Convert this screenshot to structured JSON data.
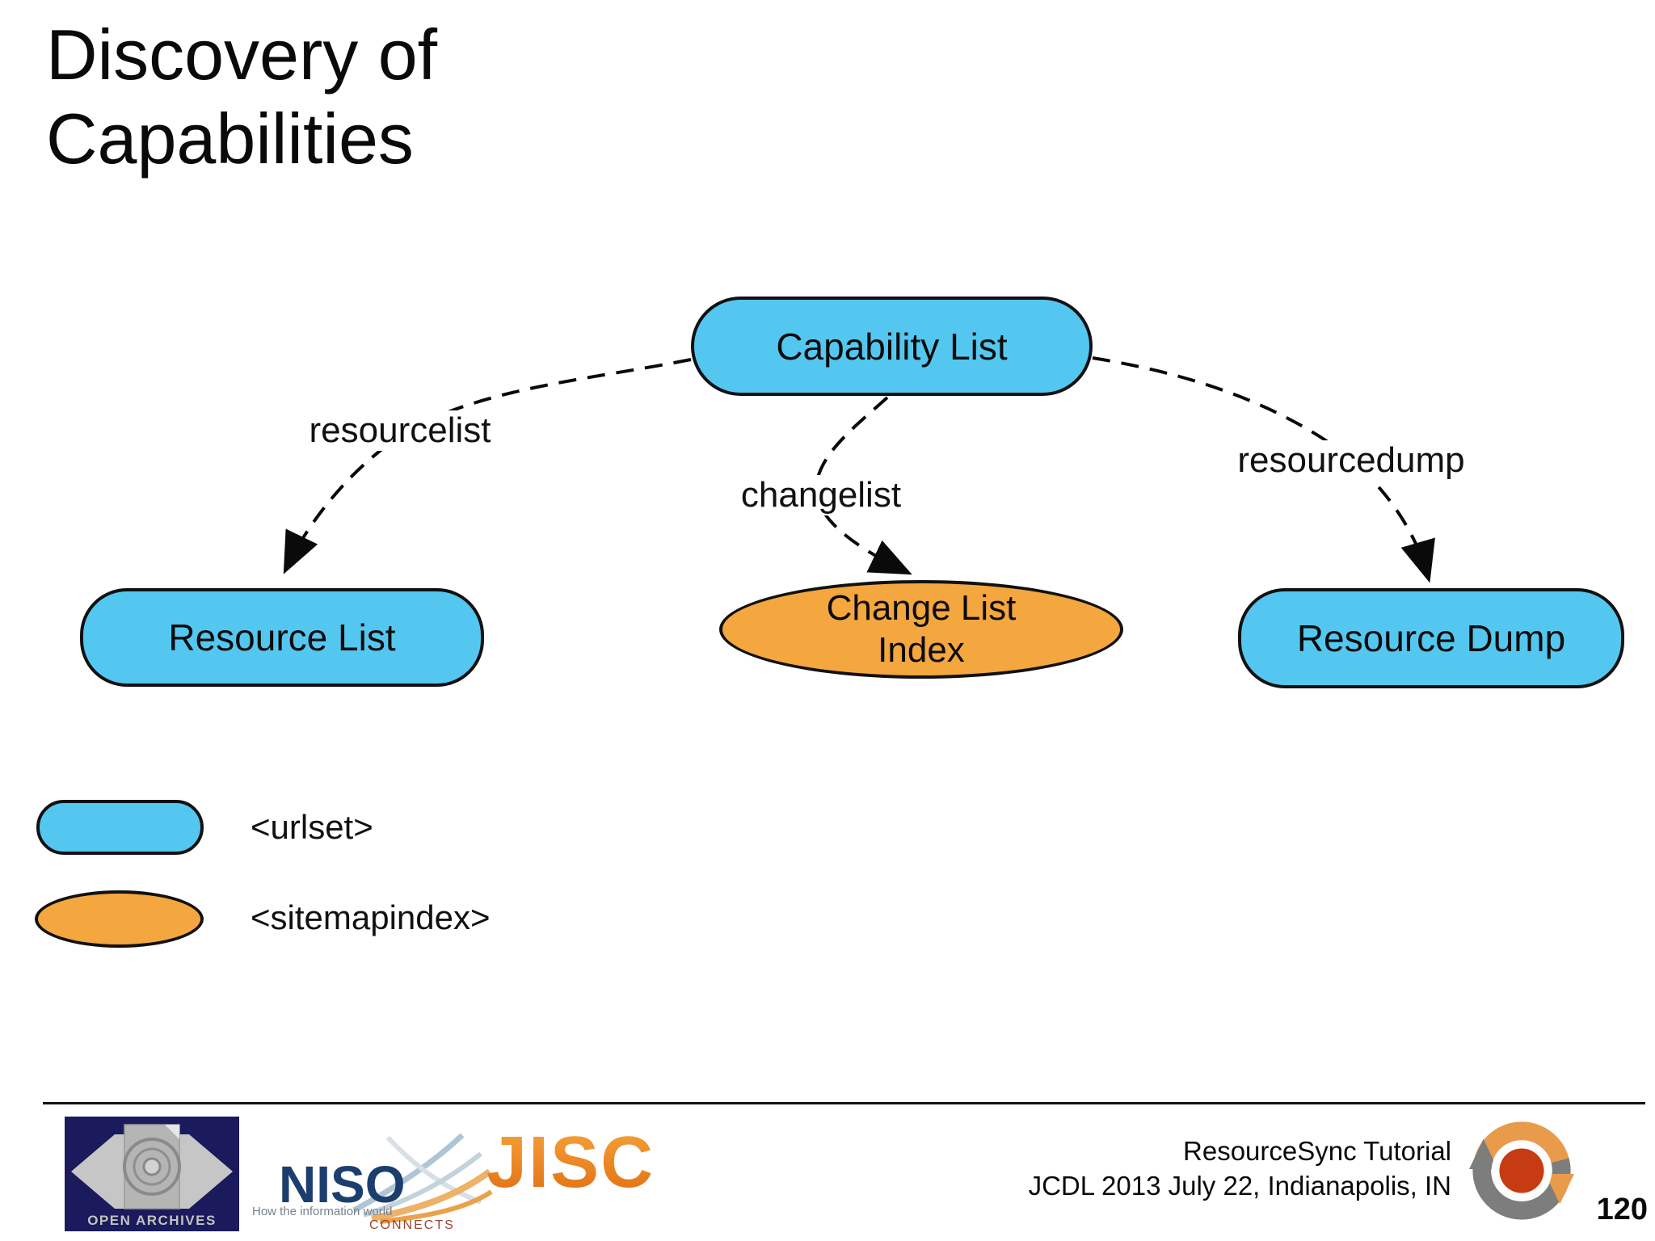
{
  "slide": {
    "title_line1": "Discovery of",
    "title_line2": "Capabilities"
  },
  "diagram": {
    "nodes": {
      "capability_list": {
        "label": "Capability List",
        "shape": "rounded-rectangle",
        "fill": "#54C7F0"
      },
      "resource_list": {
        "label": "Resource List",
        "shape": "rounded-rectangle",
        "fill": "#54C7F0"
      },
      "change_list_index": {
        "label_line1": "Change List",
        "label_line2": "Index",
        "shape": "ellipse",
        "fill": "#F4A63F"
      },
      "resource_dump": {
        "label": "Resource Dump",
        "shape": "rounded-rectangle",
        "fill": "#54C7F0"
      }
    },
    "edges": {
      "resourcelist": {
        "label": "resourcelist",
        "from": "capability_list",
        "to": "resource_list",
        "style": "dashed-arrow"
      },
      "changelist": {
        "label": "changelist",
        "from": "capability_list",
        "to": "change_list_index",
        "style": "dashed-arrow"
      },
      "resourcedump": {
        "label": "resourcedump",
        "from": "capability_list",
        "to": "resource_dump",
        "style": "dashed-arrow"
      }
    }
  },
  "legend": {
    "urlset": {
      "label": "<urlset>",
      "swatch": "blue-rounded-rectangle",
      "color": "#54C7F0"
    },
    "sitemapindex": {
      "label": "<sitemapindex>",
      "swatch": "orange-ellipse",
      "color": "#F4A63F"
    }
  },
  "footer": {
    "line1": "ResourceSync Tutorial",
    "line2": "JCDL 2013 July 22, Indianapolis, IN",
    "page_number": "120",
    "logos": {
      "open_archives": {
        "caption": "OPEN ARCHIVES"
      },
      "niso": {
        "name": "NISO",
        "tagline": "How the information world",
        "connects": "CONNECTS"
      },
      "jisc": {
        "name": "JISC"
      }
    }
  },
  "colors": {
    "node_blue": "#54C7F0",
    "node_orange": "#F4A63F",
    "stroke": "#111111",
    "jisc_orange": "#E87F1E",
    "niso_blue": "#1C3E6E",
    "resourcesync_red": "#C63B11"
  }
}
